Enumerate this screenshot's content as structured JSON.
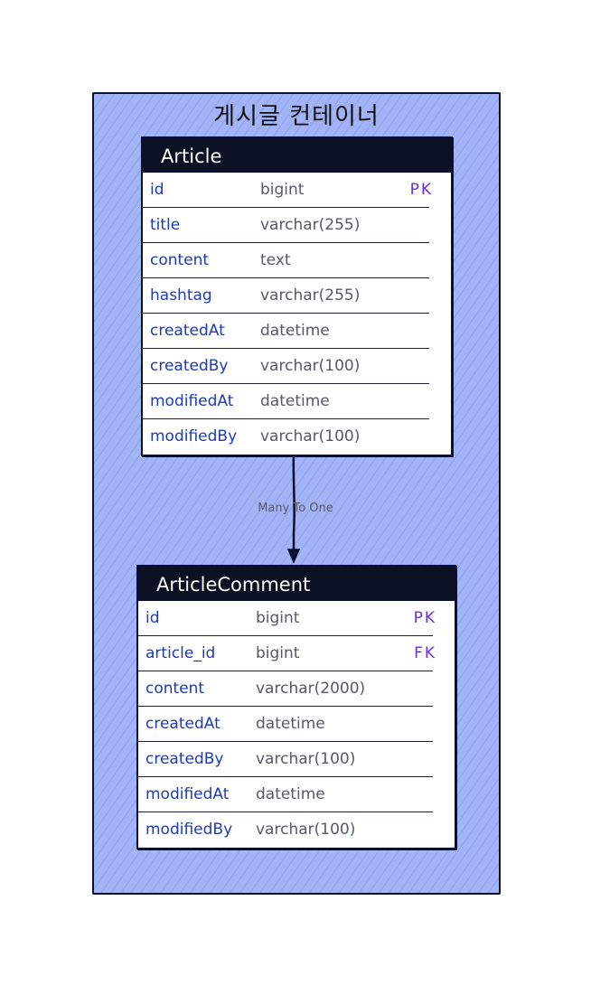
{
  "container": {
    "title": "게시글 컨테이너"
  },
  "entities": [
    {
      "name": "Article",
      "columns": [
        {
          "name": "id",
          "type": "bigint",
          "key": "PK"
        },
        {
          "name": "title",
          "type": "varchar(255)",
          "key": ""
        },
        {
          "name": "content",
          "type": "text",
          "key": ""
        },
        {
          "name": "hashtag",
          "type": "varchar(255)",
          "key": ""
        },
        {
          "name": "createdAt",
          "type": "datetime",
          "key": ""
        },
        {
          "name": "createdBy",
          "type": "varchar(100)",
          "key": ""
        },
        {
          "name": "modifiedAt",
          "type": "datetime",
          "key": ""
        },
        {
          "name": "modifiedBy",
          "type": "varchar(100)",
          "key": ""
        }
      ]
    },
    {
      "name": "ArticleComment",
      "columns": [
        {
          "name": "id",
          "type": "bigint",
          "key": "PK"
        },
        {
          "name": "article_id",
          "type": "bigint",
          "key": "FK"
        },
        {
          "name": "content",
          "type": "varchar(2000)",
          "key": ""
        },
        {
          "name": "createdAt",
          "type": "datetime",
          "key": ""
        },
        {
          "name": "createdBy",
          "type": "varchar(100)",
          "key": ""
        },
        {
          "name": "modifiedAt",
          "type": "datetime",
          "key": ""
        },
        {
          "name": "modifiedBy",
          "type": "varchar(100)",
          "key": ""
        }
      ]
    }
  ],
  "relation": {
    "label": "Many To One"
  },
  "colors": {
    "container_fill": "#a3b4f6",
    "header_fill": "#0b1022",
    "column_name": "#1d3bb5",
    "column_type": "#555a66",
    "key": "#6930e0"
  }
}
